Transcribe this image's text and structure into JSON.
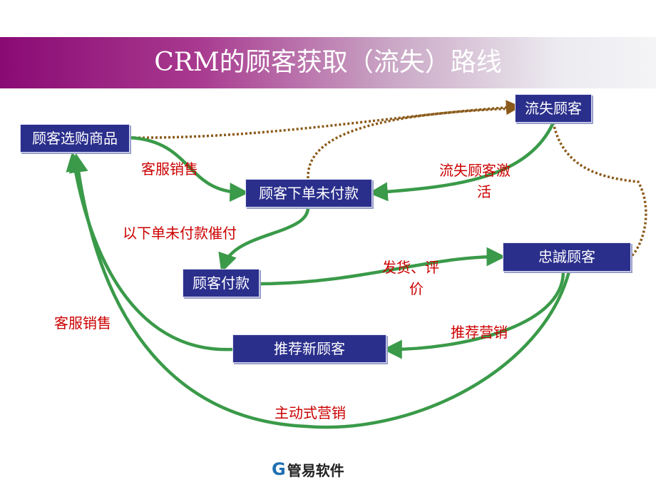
{
  "title": "CRM的顾客获取（流失）路线",
  "nodes": {
    "browse": "顾客选购商品",
    "order_unpaid": "顾客下单未付款",
    "paid": "顾客付款",
    "loyal": "忠誠顾客",
    "lost": "流失顾客",
    "recommend": "推荐新顾客"
  },
  "edge_labels": {
    "service_sales_1": "客服销售",
    "lost_reactivate_line1": "流失顾客激",
    "lost_reactivate_line2": "活",
    "unpaid_reminder": "以下单未付款催付",
    "ship_line1": "发货、评",
    "ship_line2": "价",
    "service_sales_2": "客服销售",
    "recommend_marketing": "推荐营销",
    "proactive_marketing": "主动式营销"
  },
  "logo": {
    "mark": "G",
    "text": "管易软件"
  },
  "colors": {
    "node_fill": "#2b2f8c",
    "arrow_green": "#3a9a49",
    "dotted_brown": "#8b5a1a",
    "label_red": "#cc0000"
  }
}
